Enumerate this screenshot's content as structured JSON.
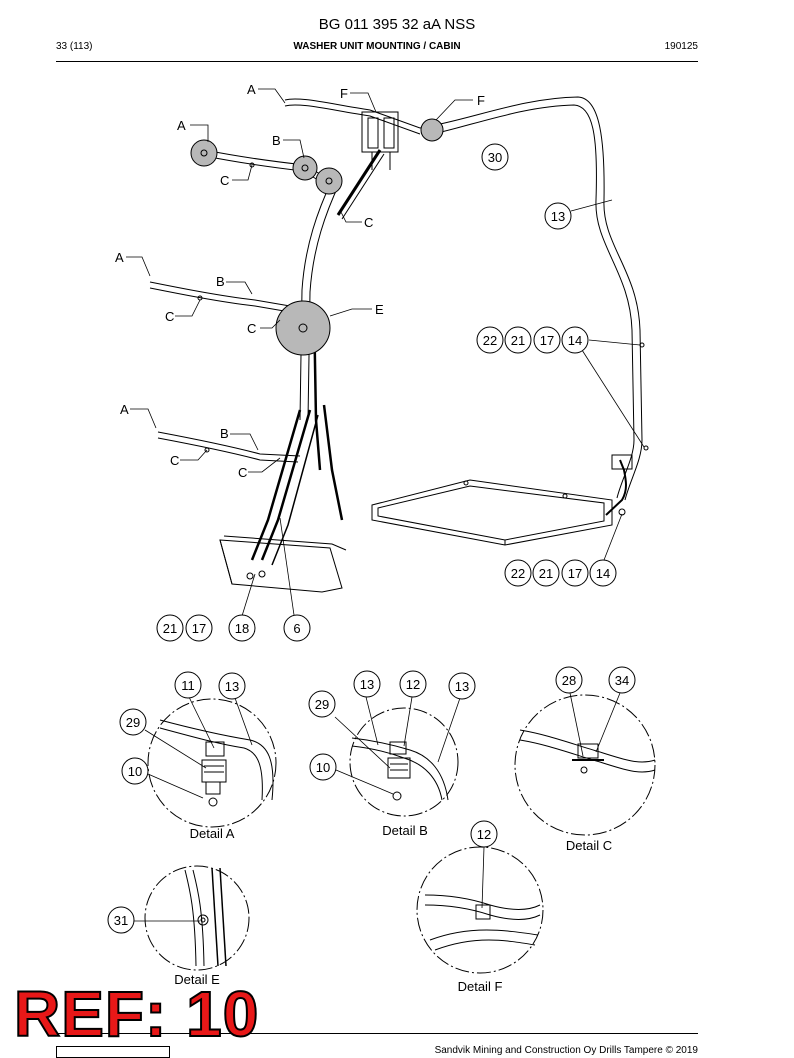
{
  "header": {
    "title": "BG 011 395 32 aA NSS",
    "page": "33 (113)",
    "section": "WASHER UNIT MOUNTING / CABIN",
    "code": "190125"
  },
  "footer": {
    "copyright": "Sandvik Mining and Construction Oy Drills Tampere © 2019"
  },
  "stamp": "REF: 10",
  "letters": {
    "a": "A",
    "b": "B",
    "c": "C",
    "e": "E",
    "f": "F"
  },
  "callouts": {
    "n30": "30",
    "n13": "13",
    "n22": "22",
    "n21": "21",
    "n17": "17",
    "n14": "14",
    "n18": "18",
    "n6": "6",
    "n11": "11",
    "n29": "29",
    "n10": "10",
    "n12": "12",
    "n28": "28",
    "n34": "34",
    "n31": "31"
  },
  "details": {
    "a": "Detail A",
    "b": "Detail B",
    "c": "Detail C",
    "e": "Detail E",
    "f": "Detail F"
  }
}
